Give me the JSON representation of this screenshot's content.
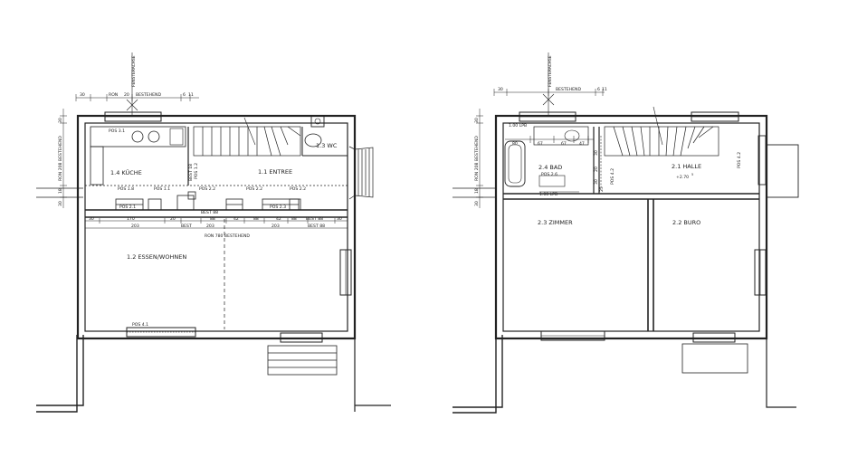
{
  "left_plan": {
    "rooms": {
      "entree": "1.1 ENTREE",
      "essen": "1.2 ESSEN/WOHNEN",
      "wc": "1.3 WC",
      "kueche": "1.4 KÜCHE"
    },
    "axis_label": "FENSTERACHSE",
    "top_dims": [
      "30",
      "RON",
      "20",
      "BESTEHEND",
      "6",
      "11"
    ],
    "left_vdims": [
      "30",
      "RON 208 BESTEHEND",
      "18",
      "30"
    ],
    "wall_dims": [
      "30",
      "170",
      "20",
      "88",
      "42",
      "88",
      "42",
      "88",
      "BEST 88",
      "30",
      "203",
      "203",
      "203",
      "BEST",
      "BEST 88"
    ],
    "bottom_dim": "RON 780 BESTEHEND",
    "pos_labels": [
      "POS 3.1",
      "POS 2.1",
      "POS 1.8",
      "POS 1.1",
      "POS 2.2",
      "POS 2.2",
      "POS 2.2",
      "POS 1.2",
      "POS 2.3",
      "POS 4.1"
    ],
    "best_labels": [
      "BEST 18",
      "BEST 88"
    ]
  },
  "right_plan": {
    "rooms": {
      "halle": "2.1 HALLE",
      "halle_level": "+2.70",
      "halle_level_sup": "5",
      "buro": "2.2 BURO",
      "zimmer": "2.3 ZIMMER",
      "bad": "2.4 BAD"
    },
    "axis_label": "FENSTERACHSE",
    "top_dims": [
      "30",
      "BESTEHEND",
      "6",
      "11"
    ],
    "left_vdims": [
      "30",
      "RON 208 BESTEHEND",
      "18",
      "30"
    ],
    "bad_dims": [
      "80",
      "67",
      "67",
      "47",
      "30",
      "20",
      "30",
      "25",
      "1.00 LPB",
      "1.00 LPB"
    ],
    "pos_labels": [
      "POS 2.6",
      "POS 4.2",
      "POS 4.2"
    ]
  }
}
